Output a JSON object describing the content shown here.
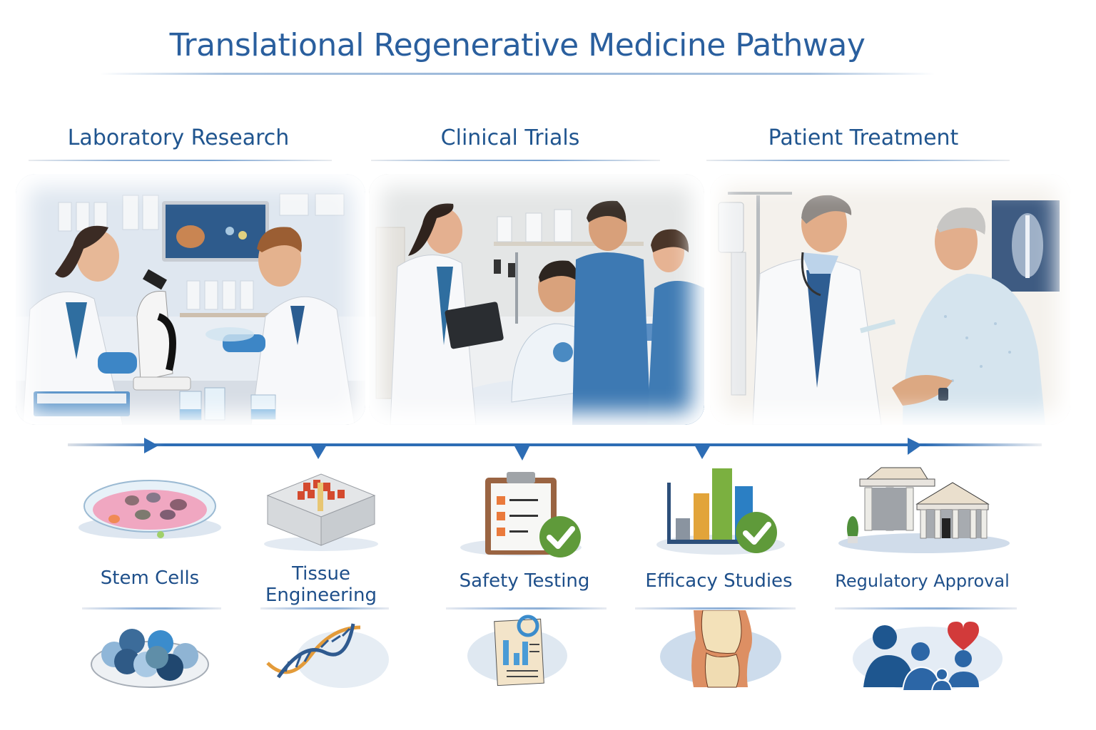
{
  "title": "Translational Regenerative Medicine Pathway",
  "colors": {
    "title_blue": "#2a5f9e",
    "label_blue": "#1e4f8a",
    "timeline_blue": "#2d6db5",
    "check_green": "#5f9a3a",
    "heart_red": "#d23a3a"
  },
  "phases": [
    {
      "label": "Laboratory Research",
      "scene": "two scientists in lab coats using a microscope and glassware"
    },
    {
      "label": "Clinical Trials",
      "scene": "doctor with tablet and nurses attending a patient in a hospital bed"
    },
    {
      "label": "Patient Treatment",
      "scene": "doctor holding a syringe talking with an older patient in a gown"
    }
  ],
  "timeline": {
    "markers": [
      "arrow-right",
      "arrow-down",
      "arrow-down",
      "arrow-down",
      "arrow-right"
    ]
  },
  "steps": [
    {
      "label": "Stem Cells",
      "icon": "petri-dish-icon",
      "bottom_icon": "cell-cluster-icon"
    },
    {
      "label_line1": "Tissue",
      "label_line2": "Engineering",
      "icon": "scaffold-icon",
      "bottom_icon": "dna-icon"
    },
    {
      "label": "Safety Testing",
      "icon": "clipboard-check-icon",
      "bottom_icon": "report-chart-icon"
    },
    {
      "label": "Efficacy Studies",
      "icon": "bar-chart-check-icon",
      "bottom_icon": "knee-joint-icon"
    },
    {
      "label": "Regulatory Approval",
      "icon": "government-building-icon",
      "bottom_icon": "family-heart-icon"
    }
  ]
}
